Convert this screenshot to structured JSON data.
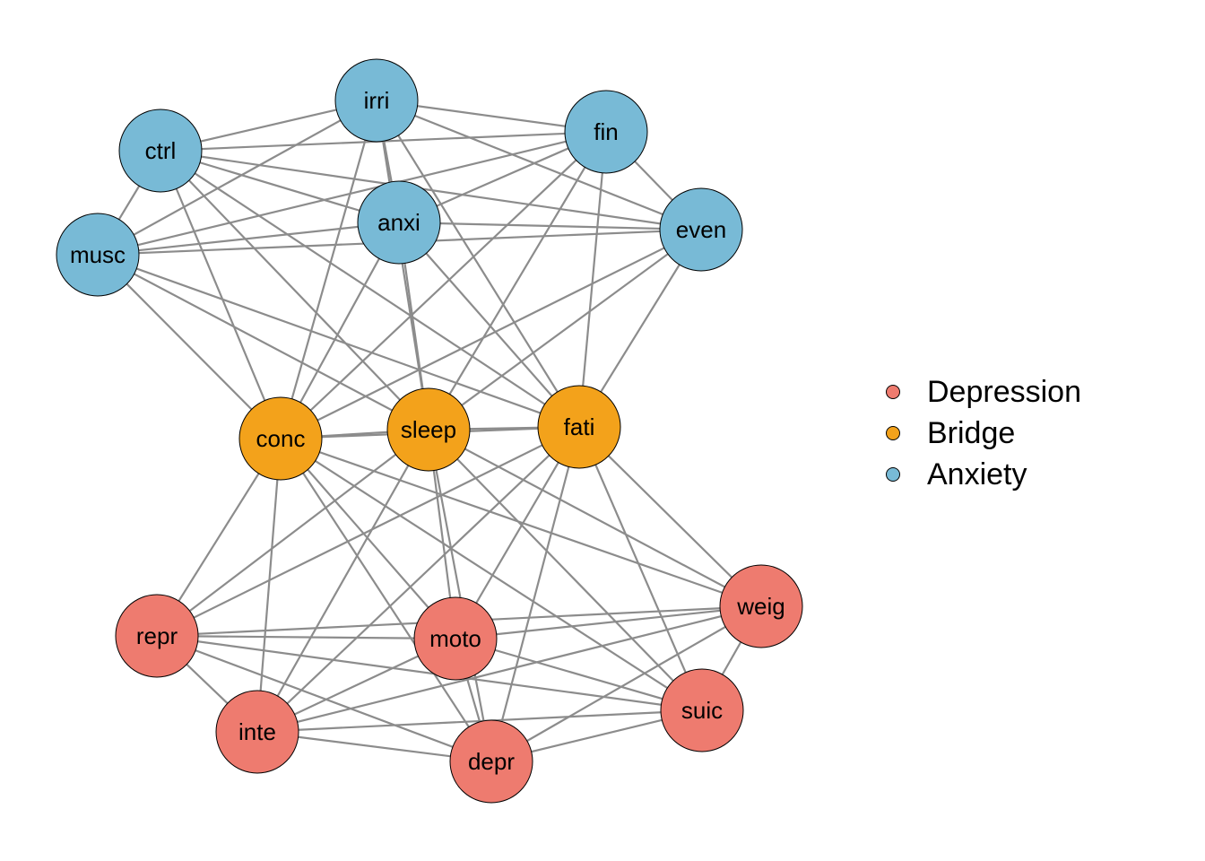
{
  "groups": [
    {
      "id": "depression",
      "label": "Depression",
      "color": "#EE7B6F"
    },
    {
      "id": "bridge",
      "label": "Bridge",
      "color": "#F3A21B"
    },
    {
      "id": "anxiety",
      "label": "Anxiety",
      "color": "#78BAD6"
    }
  ],
  "nodes": [
    {
      "id": "irri",
      "label": "irri",
      "group": "anxiety"
    },
    {
      "id": "fin",
      "label": "fin",
      "group": "anxiety"
    },
    {
      "id": "ctrl",
      "label": "ctrl",
      "group": "anxiety"
    },
    {
      "id": "anxi",
      "label": "anxi",
      "group": "anxiety"
    },
    {
      "id": "even",
      "label": "even",
      "group": "anxiety"
    },
    {
      "id": "musc",
      "label": "musc",
      "group": "anxiety"
    },
    {
      "id": "conc",
      "label": "conc",
      "group": "bridge"
    },
    {
      "id": "sleep",
      "label": "sleep",
      "group": "bridge"
    },
    {
      "id": "fati",
      "label": "fati",
      "group": "bridge"
    },
    {
      "id": "weig",
      "label": "weig",
      "group": "depression"
    },
    {
      "id": "repr",
      "label": "repr",
      "group": "depression"
    },
    {
      "id": "moto",
      "label": "moto",
      "group": "depression"
    },
    {
      "id": "suic",
      "label": "suic",
      "group": "depression"
    },
    {
      "id": "inte",
      "label": "inte",
      "group": "depression"
    },
    {
      "id": "depr",
      "label": "depr",
      "group": "depression"
    }
  ],
  "edges": [
    [
      "irri",
      "fin"
    ],
    [
      "irri",
      "ctrl"
    ],
    [
      "irri",
      "anxi"
    ],
    [
      "irri",
      "even"
    ],
    [
      "irri",
      "musc"
    ],
    [
      "irri",
      "conc"
    ],
    [
      "irri",
      "sleep"
    ],
    [
      "irri",
      "fati"
    ],
    [
      "fin",
      "ctrl"
    ],
    [
      "fin",
      "anxi"
    ],
    [
      "fin",
      "even"
    ],
    [
      "fin",
      "musc"
    ],
    [
      "fin",
      "conc"
    ],
    [
      "fin",
      "sleep"
    ],
    [
      "fin",
      "fati"
    ],
    [
      "ctrl",
      "anxi"
    ],
    [
      "ctrl",
      "even"
    ],
    [
      "ctrl",
      "musc"
    ],
    [
      "ctrl",
      "conc"
    ],
    [
      "ctrl",
      "sleep"
    ],
    [
      "ctrl",
      "fati"
    ],
    [
      "anxi",
      "even"
    ],
    [
      "anxi",
      "musc"
    ],
    [
      "anxi",
      "conc"
    ],
    [
      "anxi",
      "sleep"
    ],
    [
      "anxi",
      "fati"
    ],
    [
      "even",
      "musc"
    ],
    [
      "even",
      "conc"
    ],
    [
      "even",
      "sleep"
    ],
    [
      "even",
      "fati"
    ],
    [
      "musc",
      "conc"
    ],
    [
      "musc",
      "sleep"
    ],
    [
      "musc",
      "fati"
    ],
    [
      "conc",
      "sleep"
    ],
    [
      "conc",
      "fati"
    ],
    [
      "sleep",
      "fati"
    ],
    [
      "conc",
      "repr"
    ],
    [
      "conc",
      "inte"
    ],
    [
      "conc",
      "moto"
    ],
    [
      "conc",
      "depr"
    ],
    [
      "conc",
      "weig"
    ],
    [
      "conc",
      "suic"
    ],
    [
      "sleep",
      "repr"
    ],
    [
      "sleep",
      "inte"
    ],
    [
      "sleep",
      "moto"
    ],
    [
      "sleep",
      "depr"
    ],
    [
      "sleep",
      "weig"
    ],
    [
      "sleep",
      "suic"
    ],
    [
      "fati",
      "repr"
    ],
    [
      "fati",
      "inte"
    ],
    [
      "fati",
      "moto"
    ],
    [
      "fati",
      "depr"
    ],
    [
      "fati",
      "weig"
    ],
    [
      "fati",
      "suic"
    ],
    [
      "repr",
      "moto"
    ],
    [
      "repr",
      "weig"
    ],
    [
      "repr",
      "inte"
    ],
    [
      "repr",
      "depr"
    ],
    [
      "repr",
      "suic"
    ],
    [
      "moto",
      "weig"
    ],
    [
      "moto",
      "inte"
    ],
    [
      "moto",
      "depr"
    ],
    [
      "moto",
      "suic"
    ],
    [
      "weig",
      "inte"
    ],
    [
      "weig",
      "depr"
    ],
    [
      "weig",
      "suic"
    ],
    [
      "inte",
      "depr"
    ],
    [
      "inte",
      "suic"
    ],
    [
      "depr",
      "suic"
    ]
  ],
  "style": {
    "edge_color": "#8C8C8C",
    "node_stroke": "#000000"
  }
}
